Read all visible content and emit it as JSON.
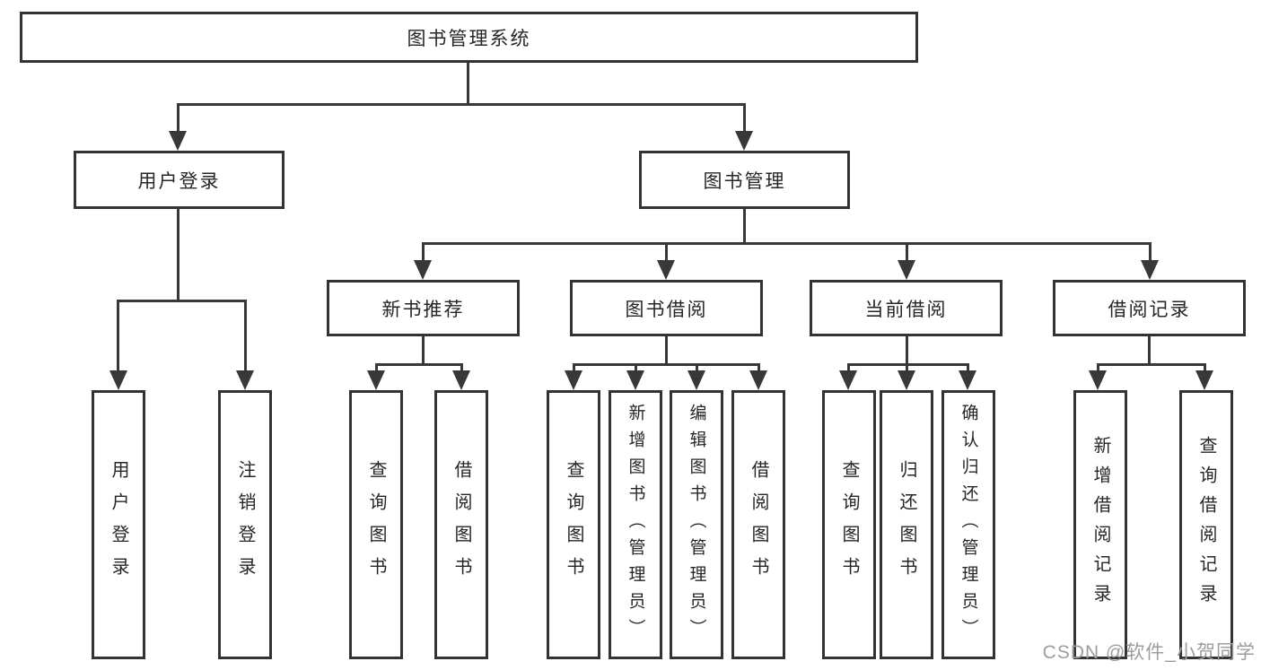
{
  "colors": {
    "line": "#383838",
    "box_border": "#333333",
    "text": "#262626",
    "watermark": "#9d9d9d",
    "background": "#ffffff"
  },
  "watermark": "CSDN @软件_小贺同学",
  "tree": {
    "root": {
      "label": "图书管理系统"
    },
    "level2": [
      {
        "label": "用户登录",
        "children": [
          {
            "label": "用户登录"
          },
          {
            "label": "注销登录"
          }
        ]
      },
      {
        "label": "图书管理",
        "children": [
          {
            "label": "新书推荐",
            "children": [
              {
                "label": "查询图书"
              },
              {
                "label": "借阅图书"
              }
            ]
          },
          {
            "label": "图书借阅",
            "children": [
              {
                "label": "查询图书"
              },
              {
                "label": "新增图书（管理员）"
              },
              {
                "label": "编辑图书（管理员）"
              },
              {
                "label": "借阅图书"
              }
            ]
          },
          {
            "label": "当前借阅",
            "children": [
              {
                "label": "查询图书"
              },
              {
                "label": "归还图书"
              },
              {
                "label": "确认归还（管理员）"
              }
            ]
          },
          {
            "label": "借阅记录",
            "children": [
              {
                "label": "新增借阅记录"
              },
              {
                "label": "查询借阅记录"
              }
            ]
          }
        ]
      }
    ]
  }
}
